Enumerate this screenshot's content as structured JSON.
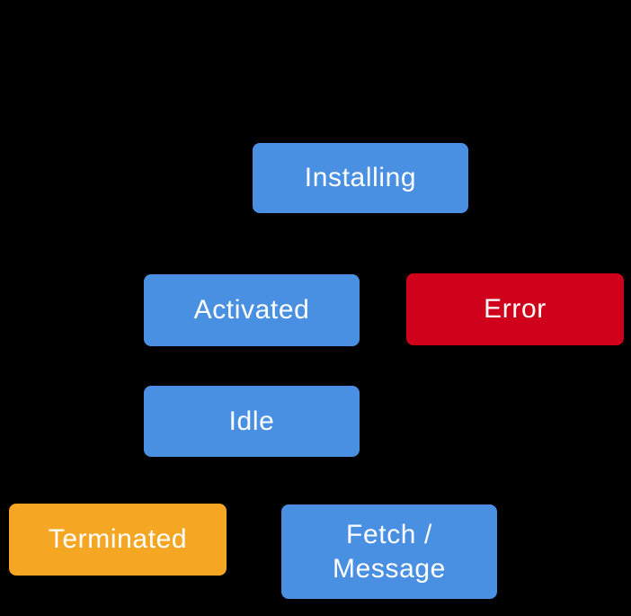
{
  "diagram": {
    "kind": "state-lifecycle-diagram",
    "background": "#000000",
    "colors": {
      "state_blue": "#4a90e2",
      "state_red": "#d0021b",
      "state_orange": "#f5a623",
      "label_text": "#ffffff"
    },
    "nodes": [
      {
        "id": "installing",
        "label": "Installing",
        "color": "#4a90e2"
      },
      {
        "id": "activated",
        "label": "Activated",
        "color": "#4a90e2"
      },
      {
        "id": "error",
        "label": "Error",
        "color": "#d0021b"
      },
      {
        "id": "idle",
        "label": "Idle",
        "color": "#4a90e2"
      },
      {
        "id": "terminated",
        "label": "Terminated",
        "color": "#f5a623"
      },
      {
        "id": "fetch_message",
        "label": "Fetch /\nMessage",
        "color": "#4a90e2"
      }
    ]
  }
}
